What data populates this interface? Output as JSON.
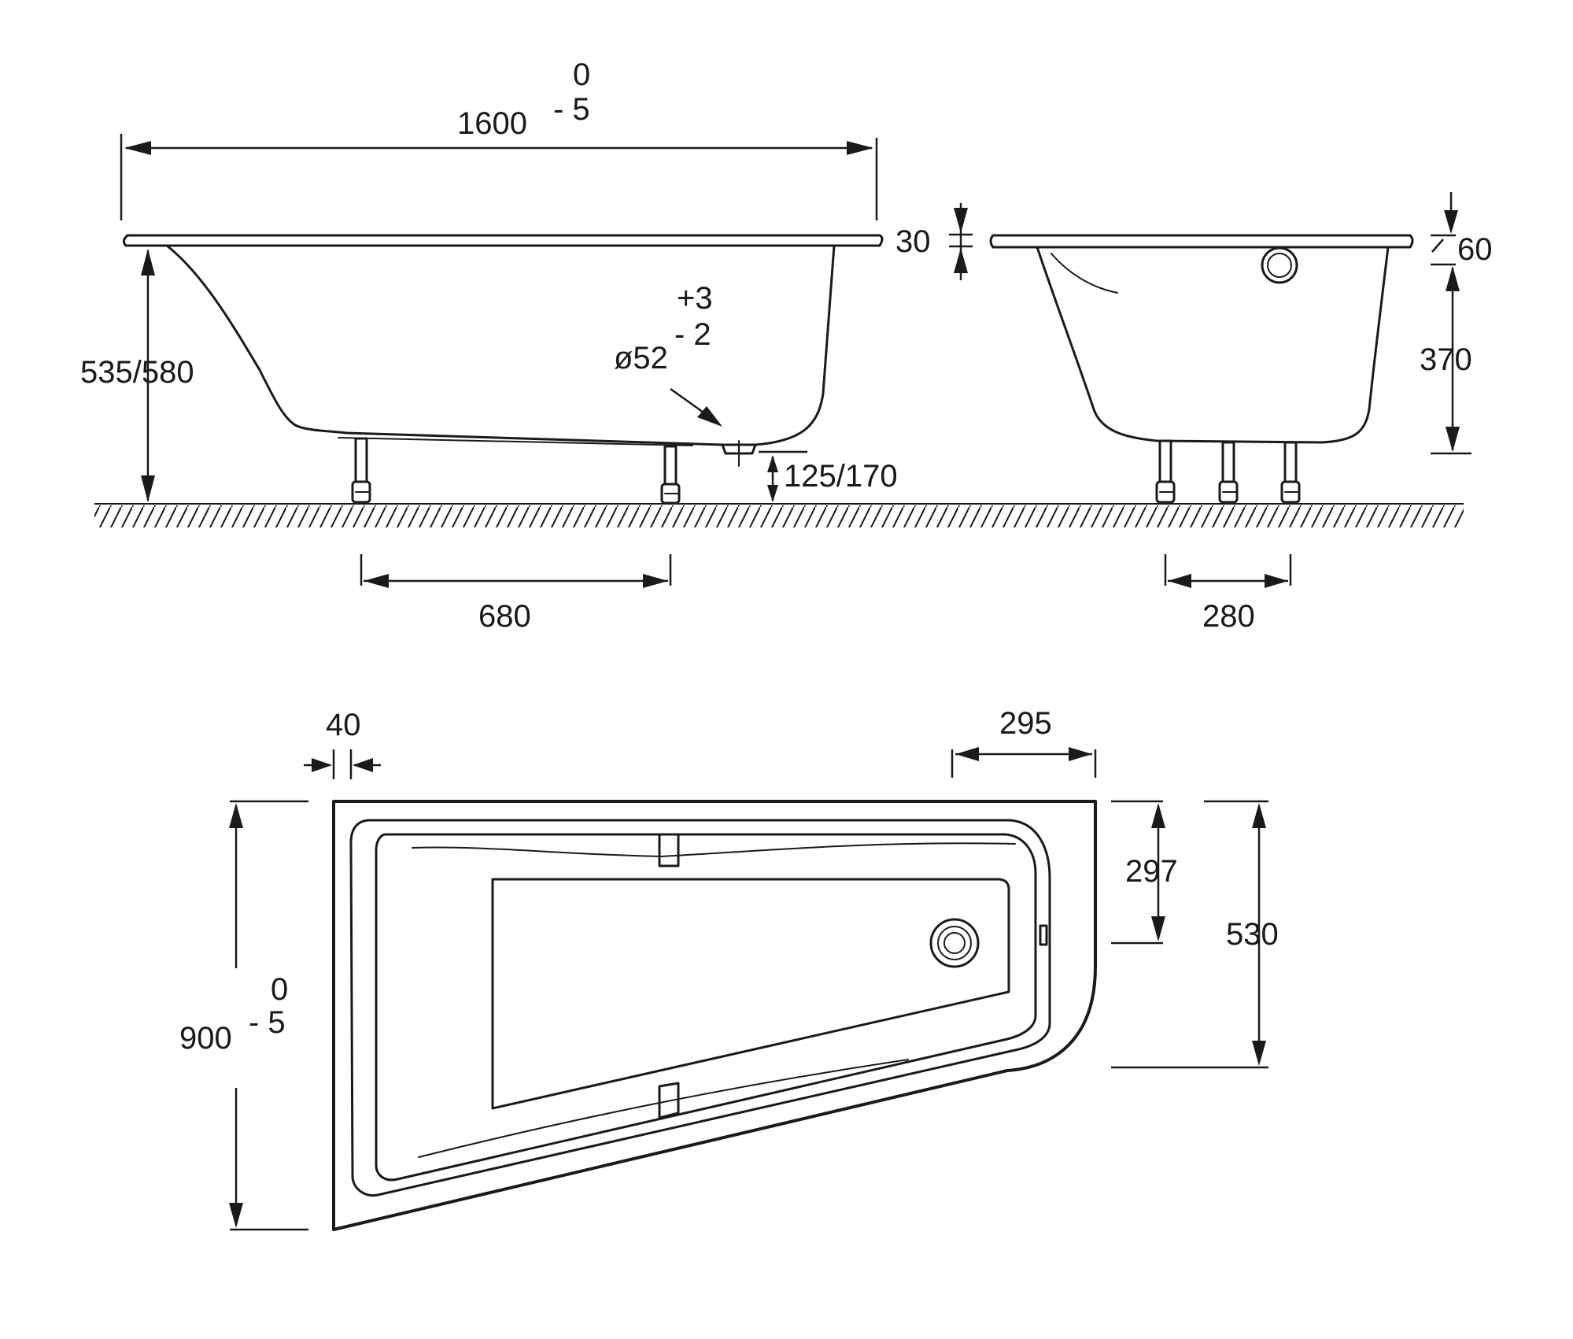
{
  "side_view": {
    "length": "1600",
    "length_tol_upper": "0",
    "length_tol_lower": "- 5",
    "height": "535/580",
    "leg_spacing": "680",
    "drain_diameter": "ø52",
    "drain_tol_upper": "+3",
    "drain_tol_lower": "- 2",
    "drain_height": "125/170",
    "rim_thickness": "30"
  },
  "end_view": {
    "rim_height": "60",
    "depth": "370",
    "leg_spacing": "280"
  },
  "top_view": {
    "rim_offset": "40",
    "narrow_end_width": "295",
    "width": "900",
    "width_tol_upper": "0",
    "width_tol_lower": "- 5",
    "drain_offset": "297",
    "narrow_end_depth": "530"
  }
}
